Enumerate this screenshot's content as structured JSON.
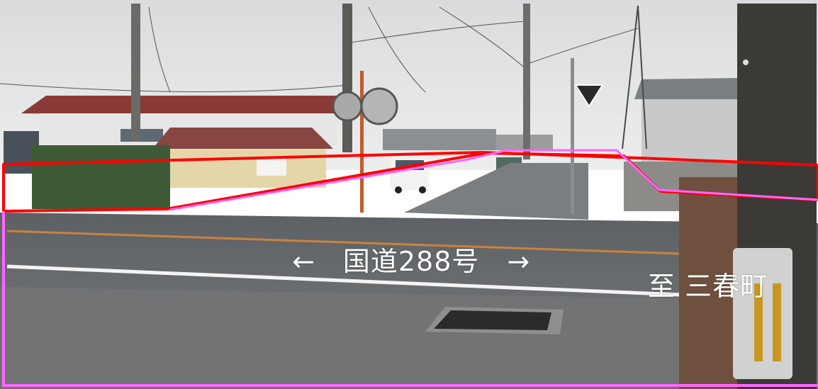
{
  "photo": {
    "subject": "roadside scene on a rainy day",
    "road_label": "←　国道288号　→",
    "destination_label": "至 三春町"
  },
  "overlays": {
    "zone_outline_color": "#ff0000",
    "boundary_line_color": "#ff66ff"
  }
}
